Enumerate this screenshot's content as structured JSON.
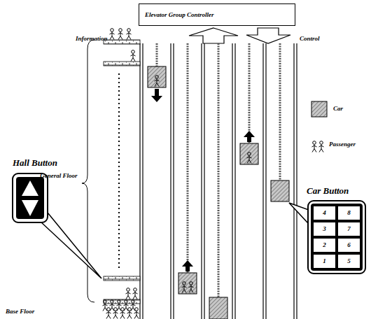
{
  "diagram": {
    "nodes": [
      {
        "text": [
          "Elevator Group Controller"
        ]
      },
      {
        "text": [
          "Hall Button"
        ]
      },
      {
        "text": [
          "Car Button"
        ]
      },
      {
        "text": [
          "4"
        ],
        "in": 2
      },
      {
        "text": [
          "8"
        ],
        "in": 2
      },
      {
        "text": [
          "3"
        ],
        "in": 2
      },
      {
        "text": [
          "7"
        ],
        "in": 2
      },
      {
        "text": [
          "2"
        ],
        "in": 2
      },
      {
        "text": [
          "6"
        ],
        "in": 2
      },
      {
        "text": [
          "1"
        ],
        "in": 2
      },
      {
        "text": [
          "5"
        ],
        "in": 2
      }
    ],
    "labels": [
      "Information",
      "Control",
      "General Floor",
      "Base Floor"
    ],
    "legend": [
      {
        "text": "Car"
      },
      {
        "text": "Passenger"
      }
    ]
  }
}
